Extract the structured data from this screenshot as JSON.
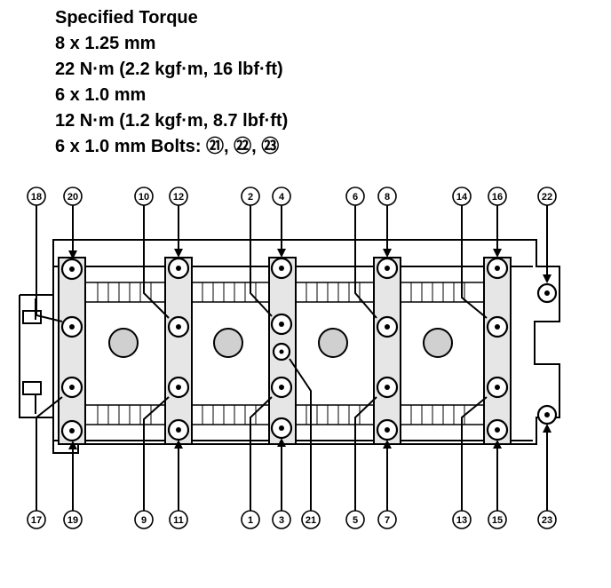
{
  "spec": {
    "title": "Specified Torque",
    "lines": [
      "8 x 1.25 mm",
      "22 N·m (2.2 kgf·m, 16 lbf·ft)",
      "6 x 1.0 mm",
      "12 N·m (1.2 kgf·m, 8.7 lbf·ft)",
      "6 x 1.0 mm Bolts:  ㉑, ㉒, ㉓"
    ]
  },
  "callouts": {
    "top": [
      "18",
      "20",
      "10",
      "12",
      "2",
      "4",
      "6",
      "8",
      "14",
      "16",
      "22"
    ],
    "bottom": [
      "17",
      "19",
      "9",
      "11",
      "1",
      "3",
      "21",
      "5",
      "7",
      "13",
      "15",
      "23"
    ]
  }
}
